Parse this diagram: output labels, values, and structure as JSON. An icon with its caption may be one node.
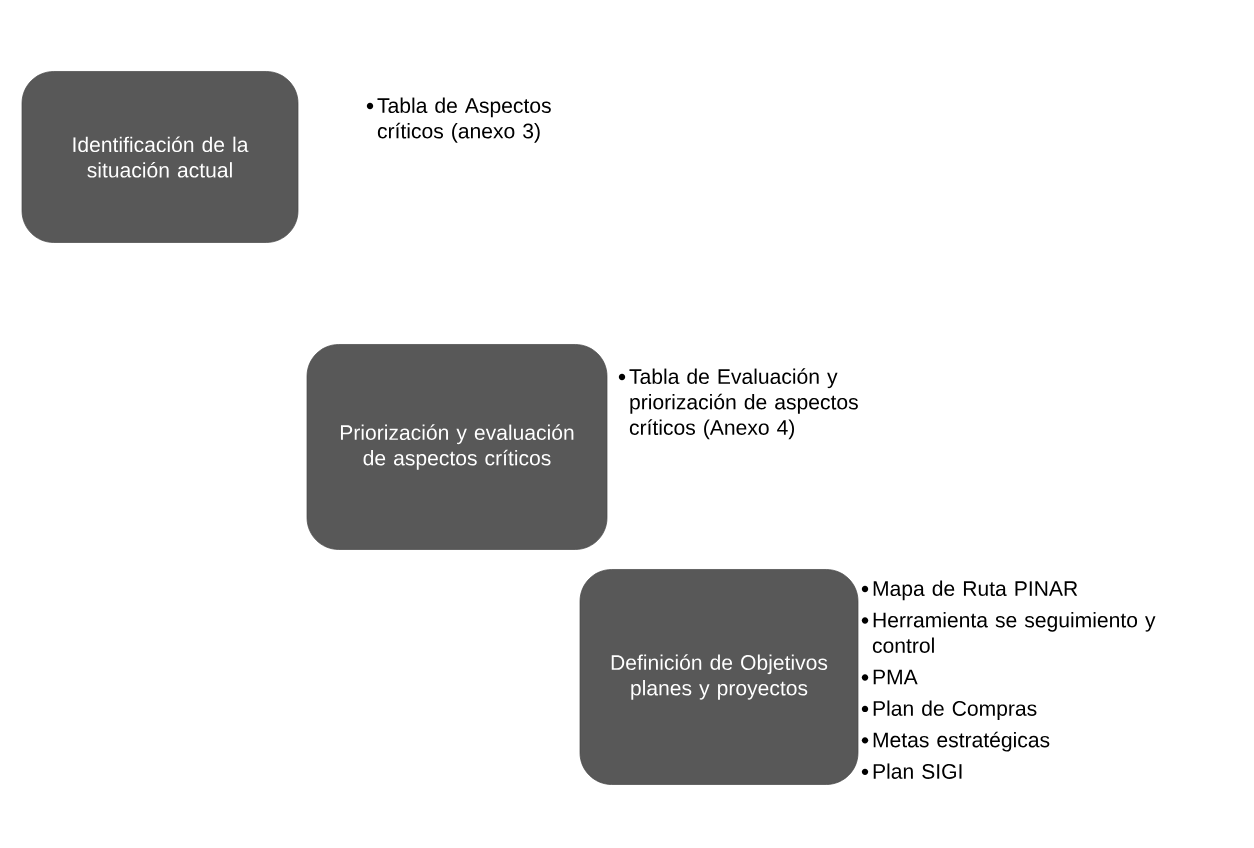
{
  "diagram": {
    "nodes": [
      {
        "text": [
          "Identificación de la situación actual"
        ],
        "beside": [
          "Tabla de Aspectos críticos (anexo 3)"
        ]
      },
      {
        "text": [
          "Priorización y evaluación de aspectos críticos"
        ],
        "beside": [
          "Tabla de Evaluación y priorización de aspectos críticos (Anexo 4)"
        ]
      },
      {
        "text": [
          "Definición de Objetivos planes y proyectos"
        ],
        "beside": [
          "Mapa de Ruta PINAR",
          "Herramienta se seguimiento y control",
          "PMA",
          "Plan de Compras",
          "Metas estratégicas",
          "Plan SIGI"
        ]
      }
    ]
  }
}
